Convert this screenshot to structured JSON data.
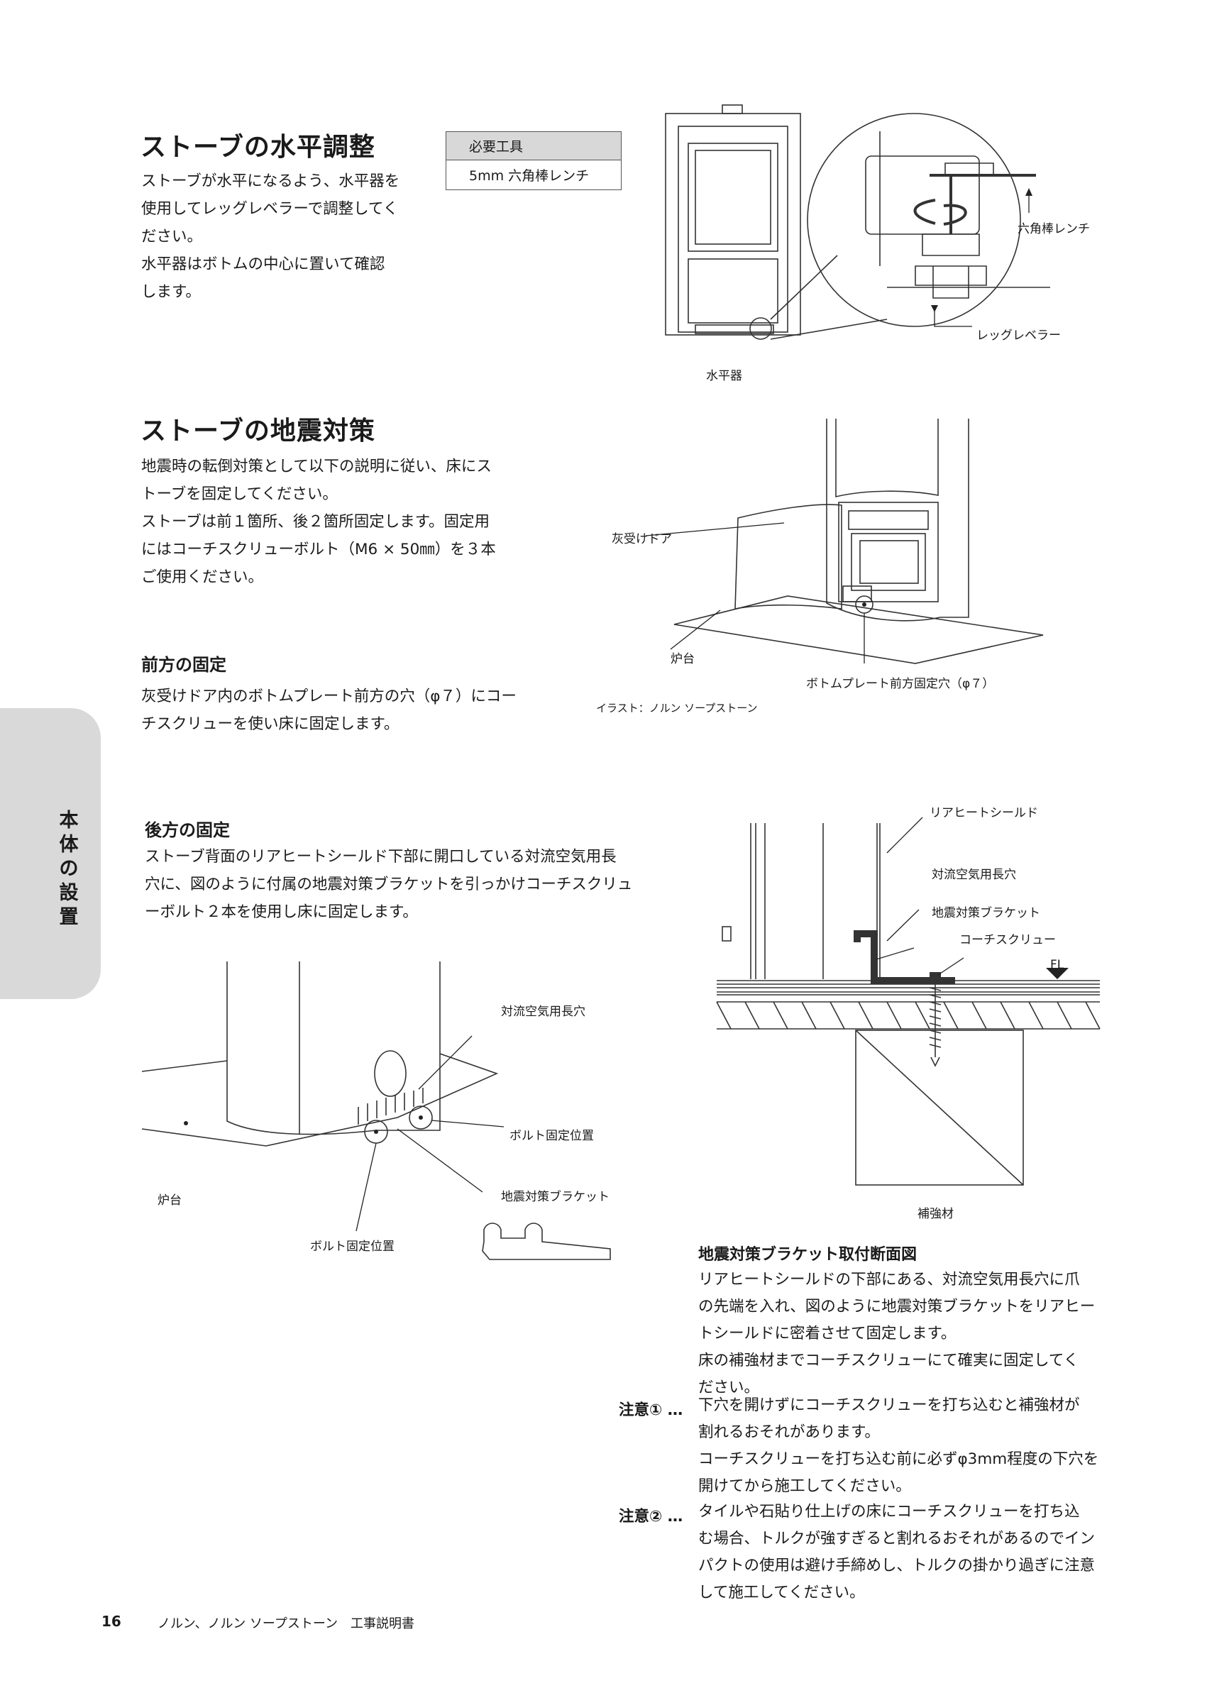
{
  "level": {
    "title": "ストーブの水平調整",
    "body": [
      "ストーブが水平になるよう、水平器を",
      "使用してレッグレベラーで調整してく",
      "ださい。",
      "水平器はボトムの中心に置いて確認",
      "します。"
    ],
    "tools_header": "必要工具",
    "tools_item": "5mm 六角棒レンチ",
    "labels": {
      "hex_wrench": "六角棒レンチ",
      "leg_leveler": "レッグレベラー",
      "spirit_level": "水平器"
    }
  },
  "quake": {
    "title": "ストーブの地震対策",
    "body": [
      "地震時の転倒対策として以下の説明に従い、床にス",
      "トーブを固定してください。",
      "ストーブは前１箇所、後２箇所固定します。固定用",
      "にはコーチスクリューボルト（M6 × 50㎜）を３本",
      "ご使用ください。"
    ],
    "labels": {
      "ash_door": "灰受けドア",
      "hearth": "炉台",
      "front_hole": "ボトムプレート前方固定穴（φ７）",
      "illustration": "イラスト：ノルン ソープストーン"
    }
  },
  "front": {
    "title": "前方の固定",
    "body": [
      "灰受けドア内のボトムプレート前方の穴（φ７）にコー",
      "チスクリューを使い床に固定します。"
    ]
  },
  "side_tab": "本体の設置",
  "rear": {
    "title": "後方の固定",
    "body": [
      "ストーブ背面のリアヒートシールド下部に開口している対流空気用長",
      "穴に、図のように付属の地震対策ブラケットを引っかけコーチスクリュ",
      "ーボルト２本を使用し床に固定します。"
    ],
    "labels": {
      "air_slot": "対流空気用長穴",
      "bolt_pos_right": "ボルト固定位置",
      "bracket": "地震対策ブラケット",
      "hearth": "炉台",
      "bolt_pos_left": "ボルト固定位置"
    }
  },
  "section": {
    "labels": {
      "rear_shield": "リアヒートシールド",
      "air_slot": "対流空気用長穴",
      "bracket": "地震対策ブラケット",
      "coach_screw": "コーチスクリュー",
      "fl": "FL",
      "reinforcement": "補強材"
    },
    "title": "地震対策ブラケット取付断面図",
    "body": [
      "リアヒートシールドの下部にある、対流空気用長穴に爪",
      "の先端を入れ、図のように地震対策ブラケットをリアヒー",
      "トシールドに密着させて固定します。",
      "床の補強材までコーチスクリューにて確実に固定してく",
      "ださい。"
    ]
  },
  "notes": [
    {
      "tag": "注意① …",
      "lines": [
        "下穴を開けずにコーチスクリューを打ち込むと補強材が",
        "割れるおそれがあります。",
        "コーチスクリューを打ち込む前に必ずφ3mm程度の下穴を",
        "開けてから施工してください。"
      ]
    },
    {
      "tag": "注意② …",
      "lines": [
        "タイルや石貼り仕上げの床にコーチスクリューを打ち込",
        "む場合、トルクが強すぎると割れるおそれがあるのでイン",
        "パクトの使用は避け手締めし、トルクの掛かり過ぎに注意",
        "して施工してください。"
      ]
    }
  ],
  "footer": {
    "page": "16",
    "title": "ノルン、ノルン ソープストーン　工事説明書"
  }
}
